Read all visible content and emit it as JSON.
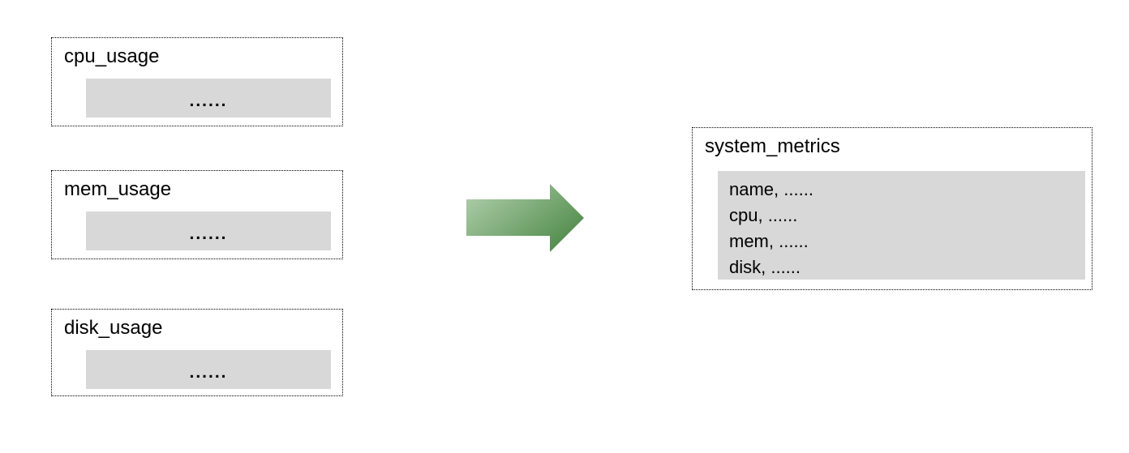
{
  "diagram": {
    "source_tables": [
      {
        "title": "cpu_usage",
        "body": "......"
      },
      {
        "title": "mem_usage",
        "body": "......"
      },
      {
        "title": "disk_usage",
        "body": "......"
      }
    ],
    "arrow": {
      "icon": "right-arrow-icon",
      "direction": "right"
    },
    "result_table": {
      "title": "system_metrics",
      "rows": [
        "name, ......",
        "cpu, ......",
        "mem, ......",
        "disk, ......"
      ]
    }
  },
  "colors": {
    "background": "#ffffff",
    "border": "#000000",
    "panel-fill": "#d8d8d8",
    "arrow-light": "#b5d2b0",
    "arrow-dark": "#4e8a49"
  }
}
